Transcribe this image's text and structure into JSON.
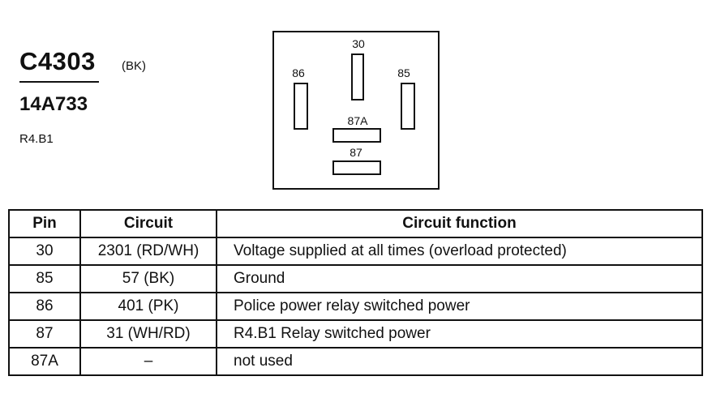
{
  "connector": {
    "id": "C4303",
    "color_code": "(BK)",
    "part_number": "14A733",
    "location": "R4.B1"
  },
  "diagram": {
    "pin_labels": {
      "p30": "30",
      "p86": "86",
      "p85": "85",
      "p87A": "87A",
      "p87": "87"
    }
  },
  "table": {
    "headers": [
      "Pin",
      "Circuit",
      "Circuit function"
    ],
    "rows": [
      {
        "pin": "30",
        "circuit": "2301 (RD/WH)",
        "function": "Voltage supplied at all times (overload protected)"
      },
      {
        "pin": "85",
        "circuit": "57 (BK)",
        "function": "Ground"
      },
      {
        "pin": "86",
        "circuit": "401 (PK)",
        "function": "Police power relay switched power"
      },
      {
        "pin": "87",
        "circuit": "31 (WH/RD)",
        "function": "R4.B1 Relay switched power"
      },
      {
        "pin": "87A",
        "circuit": "–",
        "function": "not used"
      }
    ]
  }
}
